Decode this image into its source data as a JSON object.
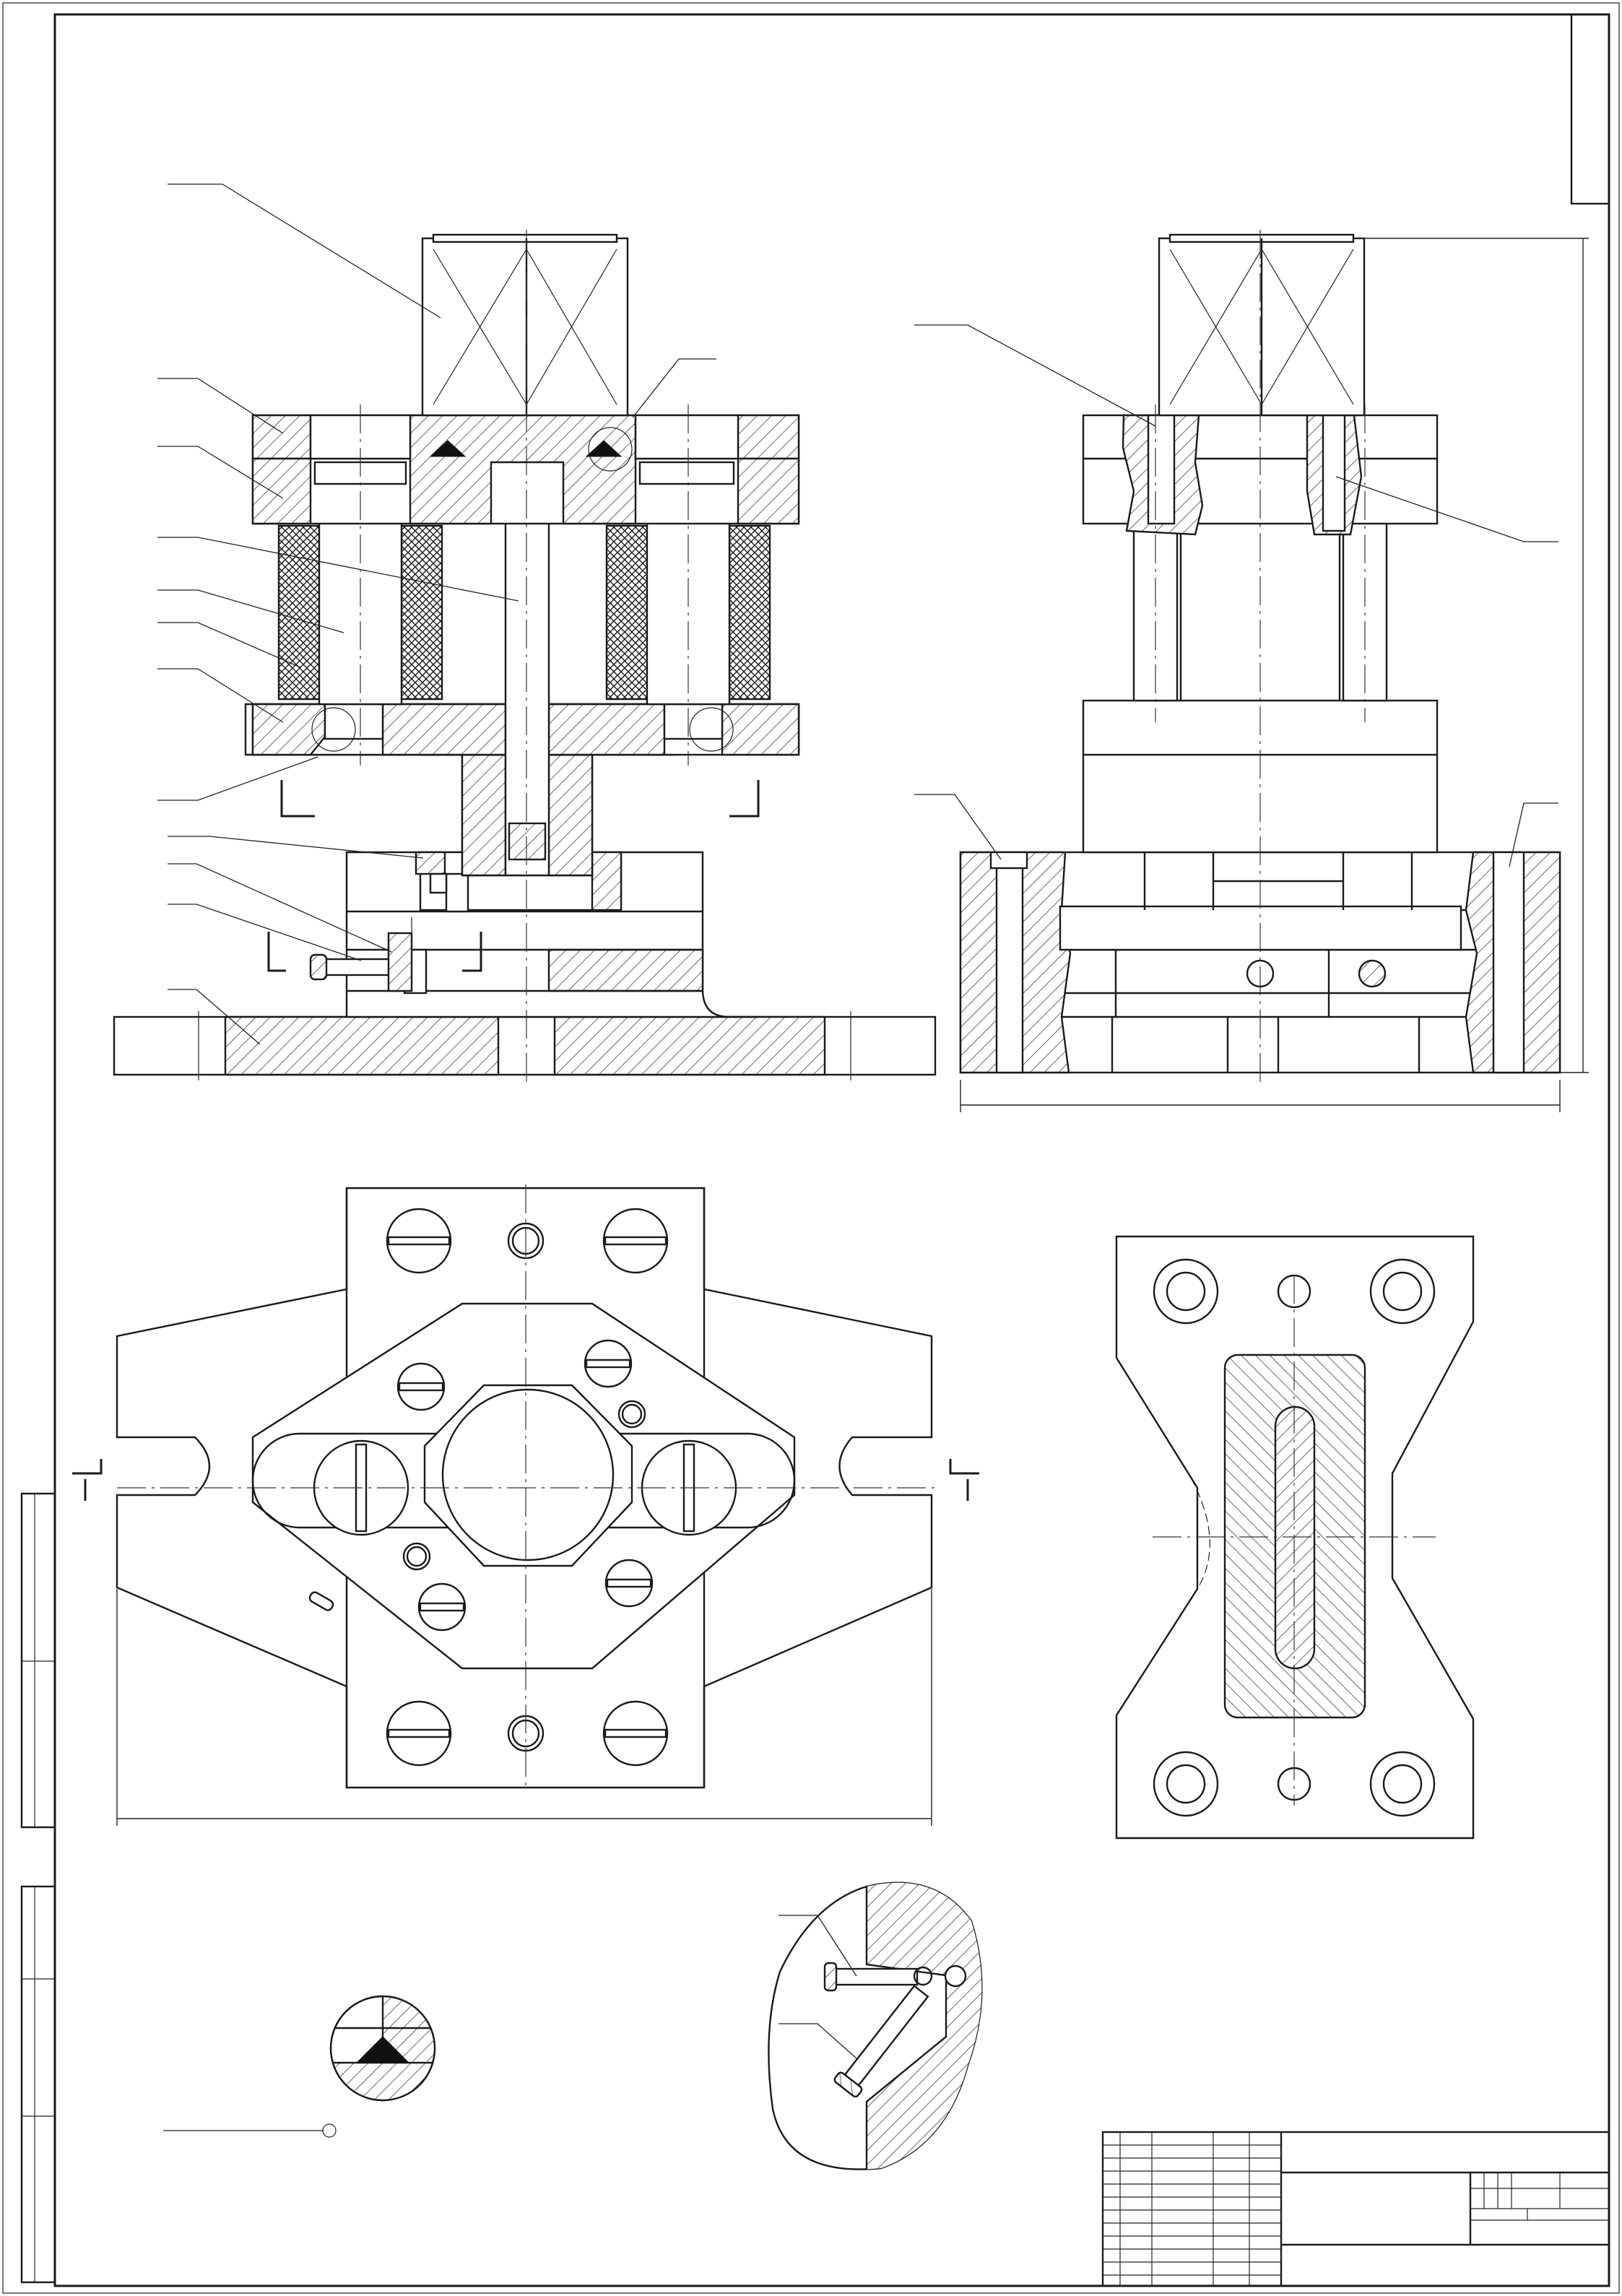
{
  "drawing": {
    "type": "engineering assembly drawing",
    "views": [
      "front-section",
      "side-section",
      "plan",
      "part-detail",
      "detail-weld",
      "detail-screw"
    ],
    "colors": {
      "line": "#1a1a1a",
      "background": "#ffffff"
    },
    "text": []
  }
}
